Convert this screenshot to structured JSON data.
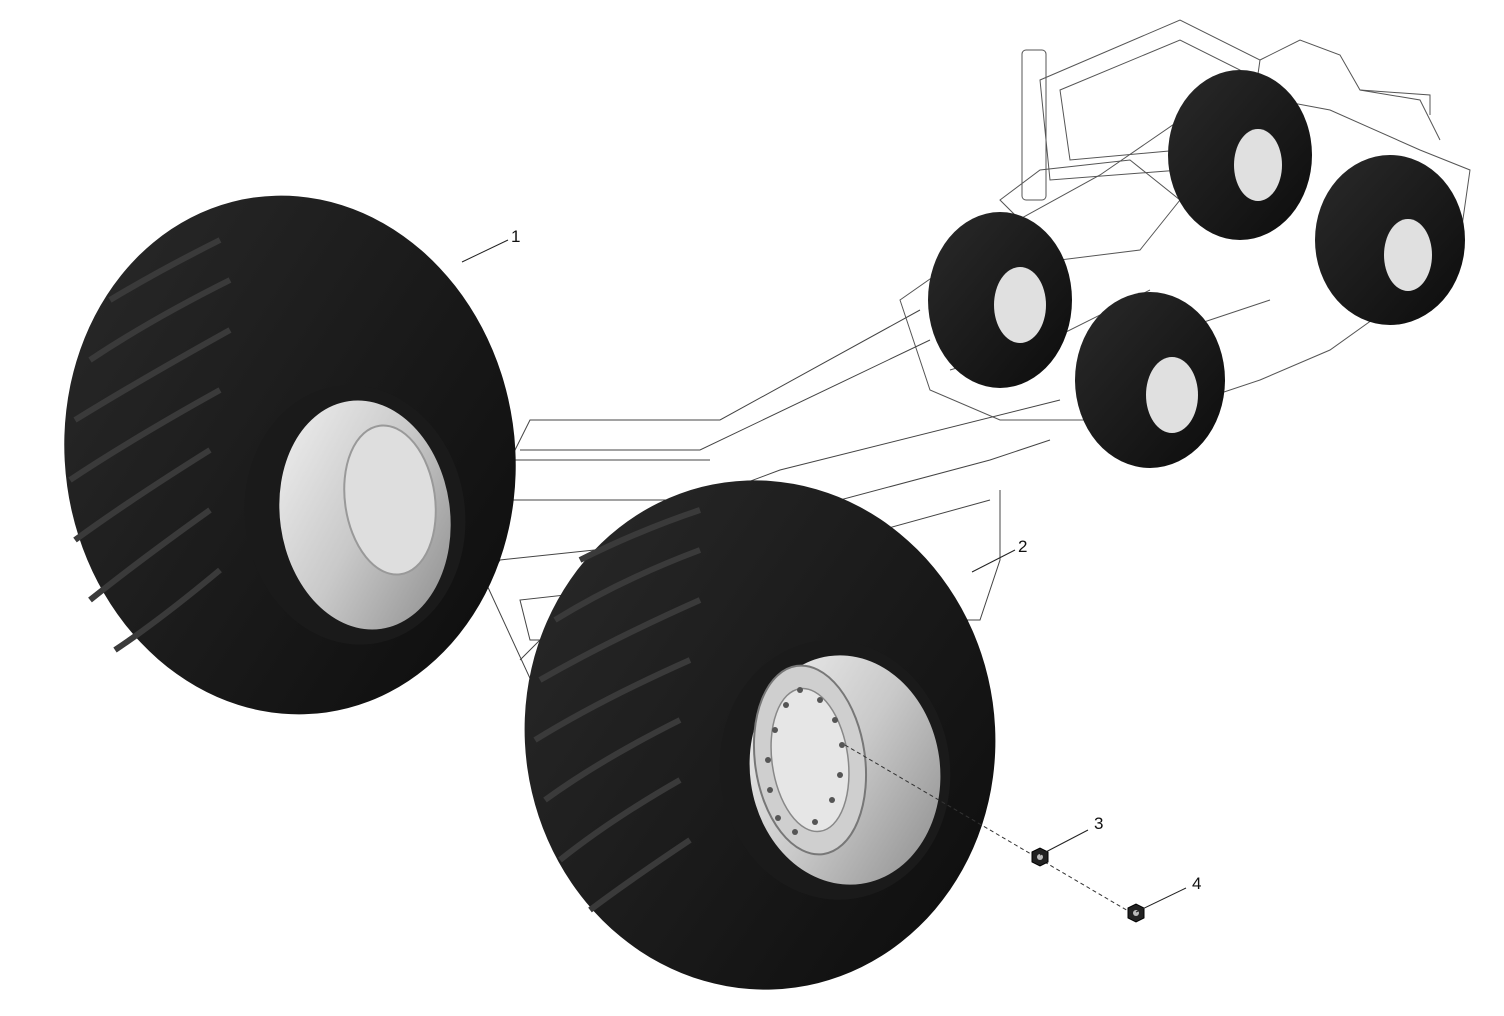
{
  "colors": {
    "background": "#ffffff",
    "tire": "#141414",
    "tire_tread": "#2e2e2e",
    "rim": "#d2d2d2",
    "rim_shade": "#9a9a9a",
    "line": "#333333"
  },
  "callouts": [
    {
      "number": "1",
      "part": "wheel-assembly-large"
    },
    {
      "number": "2",
      "part": "wheel-assembly-with-hub"
    },
    {
      "number": "3",
      "part": "wheel-nut"
    },
    {
      "number": "4",
      "part": "wheel-nut-cap"
    }
  ]
}
